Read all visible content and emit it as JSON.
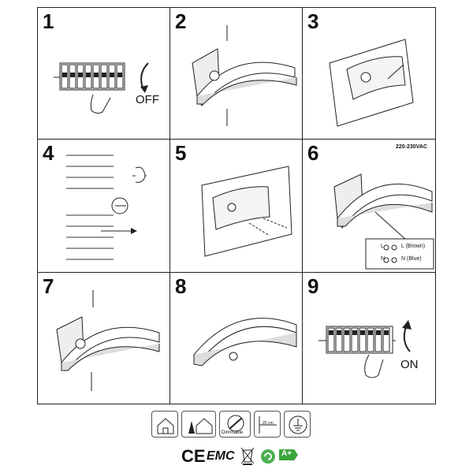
{
  "panels": [
    {
      "number": "1",
      "label": "OFF"
    },
    {
      "number": "2"
    },
    {
      "number": "3"
    },
    {
      "number": "4"
    },
    {
      "number": "5"
    },
    {
      "number": "6",
      "voltage": "220-230VAC",
      "wire_brown": "L (Brown)",
      "wire_blue": "N (Blue)",
      "terminal_l": "L",
      "terminal_n": "N"
    },
    {
      "number": "7"
    },
    {
      "number": "8"
    },
    {
      "number": "9",
      "label": "ON"
    }
  ],
  "icons": {
    "dimmable_label": "Dimmable",
    "distance_label": "20 cm"
  },
  "marks": {
    "ce": "CE",
    "emc": "EMC",
    "energy": "A+"
  }
}
